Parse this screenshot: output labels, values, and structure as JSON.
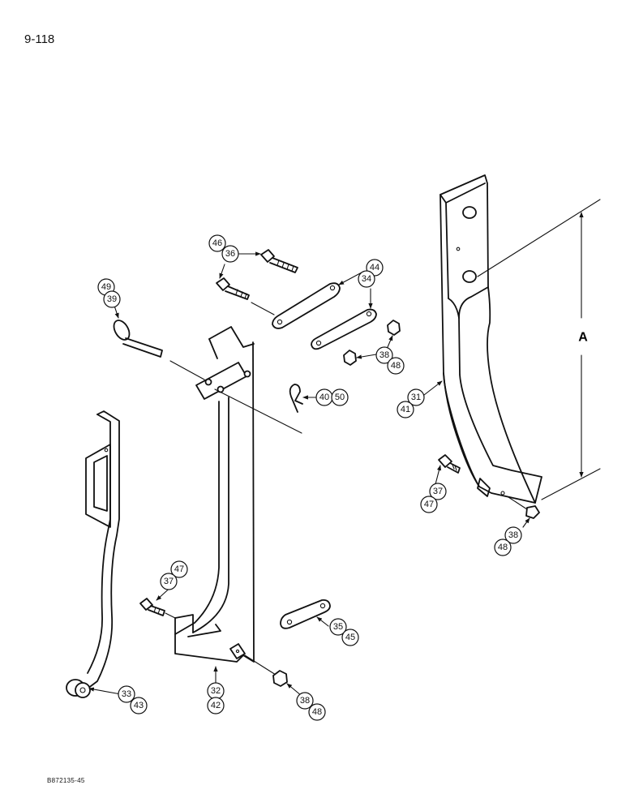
{
  "page_number": "9-118",
  "document_code": "B872135-45",
  "dimension_label": "A",
  "callouts": [
    {
      "top": "46",
      "bottom": "36"
    },
    {
      "top": "44",
      "bottom": "34"
    },
    {
      "top": "49",
      "bottom": "39"
    },
    {
      "top": "38",
      "bottom": "48"
    },
    {
      "top": "40",
      "bottom": "50"
    },
    {
      "top": "31",
      "bottom": "41"
    },
    {
      "top": "37",
      "bottom": "47"
    },
    {
      "top": "38",
      "bottom": "48"
    },
    {
      "top": "47",
      "bottom": "37"
    },
    {
      "top": "35",
      "bottom": "45"
    },
    {
      "top": "33",
      "bottom": "43"
    },
    {
      "top": "32",
      "bottom": "42"
    },
    {
      "top": "38",
      "bottom": "48"
    }
  ]
}
